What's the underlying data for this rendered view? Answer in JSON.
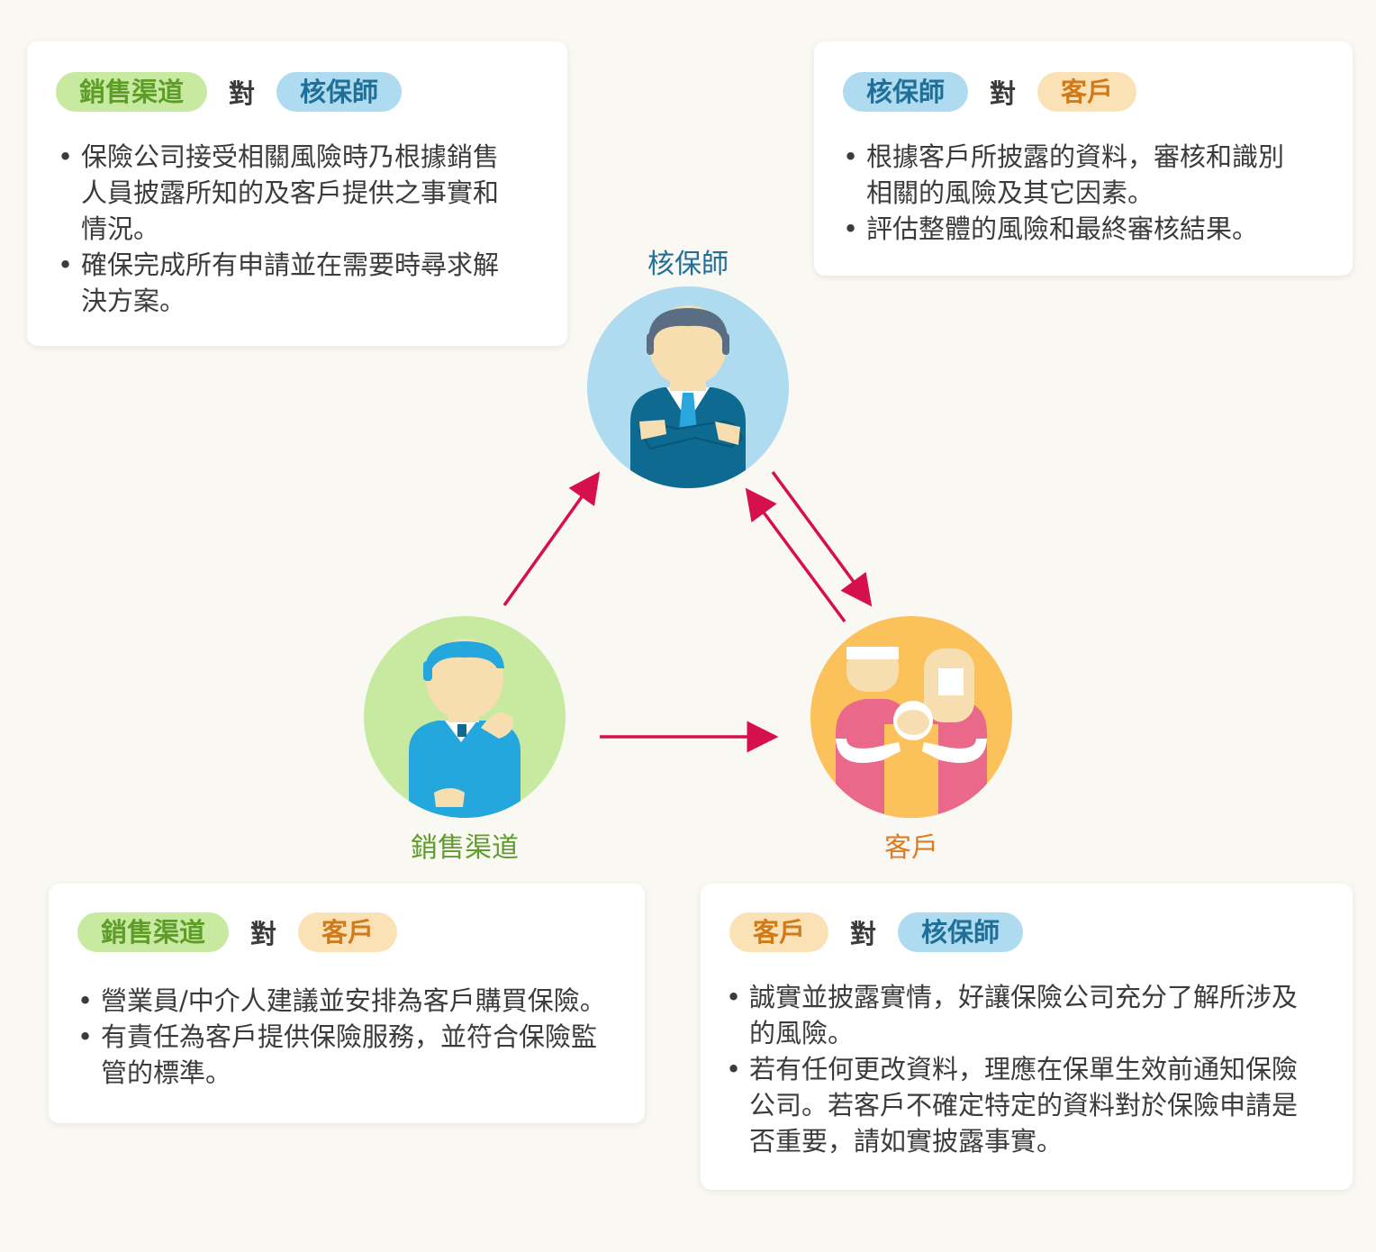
{
  "roles": {
    "underwriter": "核保師",
    "sales": "銷售渠道",
    "client": "客戶"
  },
  "connector": "對",
  "cards": {
    "sales_underwriter": {
      "left": "銷售渠道",
      "right": "核保師",
      "points": [
        "保險公司接受相關風險時乃根據銷售人員披露所知的及客戶提供之事實和情況。",
        "確保完成所有申請並在需要時尋求解決方案。"
      ]
    },
    "underwriter_client": {
      "left": "核保師",
      "right": "客戶",
      "points": [
        "根據客戶所披露的資料，審核和識別相關的風險及其它因素。",
        "評估整體的風險和最終審核結果。"
      ]
    },
    "sales_client": {
      "left": "銷售渠道",
      "right": "客戶",
      "points": [
        "營業員/中介人建議並安排為客戶購買保險。",
        "有責任為客戶提供保險服務，並符合保險監管的標準。"
      ]
    },
    "client_underwriter": {
      "left": "客戶",
      "right": "核保師",
      "points": [
        "誠實並披露實情，好讓保險公司充分了解所涉及的風險。",
        "若有任何更改資料，理應在保單生效前通知保險公司。若客戶不確定特定的資料對於保險申請是否重要，請如實披露事實。"
      ]
    }
  },
  "colors": {
    "arrow": "#d6104a",
    "sales": "#c8eaa0",
    "underwriter": "#aedbef",
    "client": "#fbc15a"
  }
}
